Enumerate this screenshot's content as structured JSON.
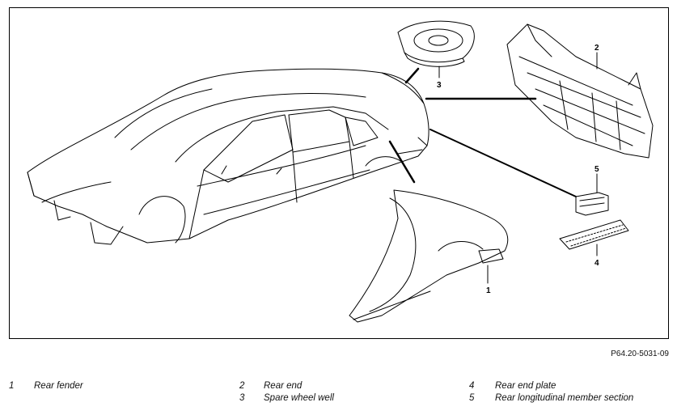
{
  "figure": {
    "reference": "P64.20-5031-09",
    "callouts": [
      "1",
      "2",
      "3",
      "4",
      "5"
    ]
  },
  "legend": [
    {
      "num": "1",
      "label": "Rear fender"
    },
    {
      "num": "2",
      "label": "Rear end"
    },
    {
      "num": "3",
      "label": "Spare wheel well"
    },
    {
      "num": "4",
      "label": "Rear end plate"
    },
    {
      "num": "5",
      "label": "Rear longitudinal member section"
    }
  ]
}
